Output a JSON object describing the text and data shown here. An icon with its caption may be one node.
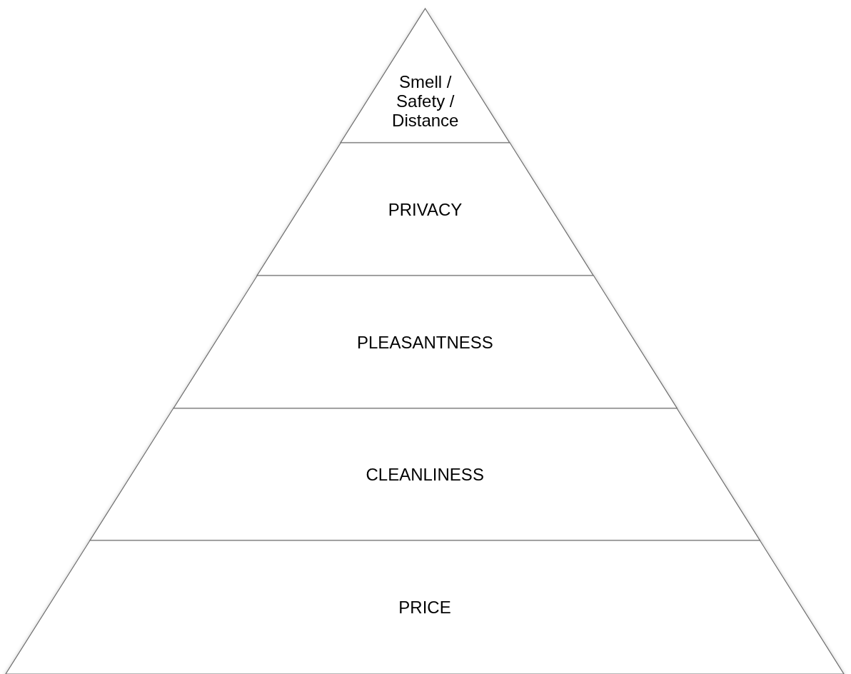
{
  "diagram": {
    "nodes": [
      {
        "text": [
          "Smell / Safety / Distance"
        ]
      },
      {
        "text": [
          "PRIVACY"
        ]
      },
      {
        "text": [
          "PLEASANTNESS"
        ]
      },
      {
        "text": [
          "CLEANLINESS"
        ]
      },
      {
        "text": [
          "PRICE"
        ]
      }
    ]
  }
}
